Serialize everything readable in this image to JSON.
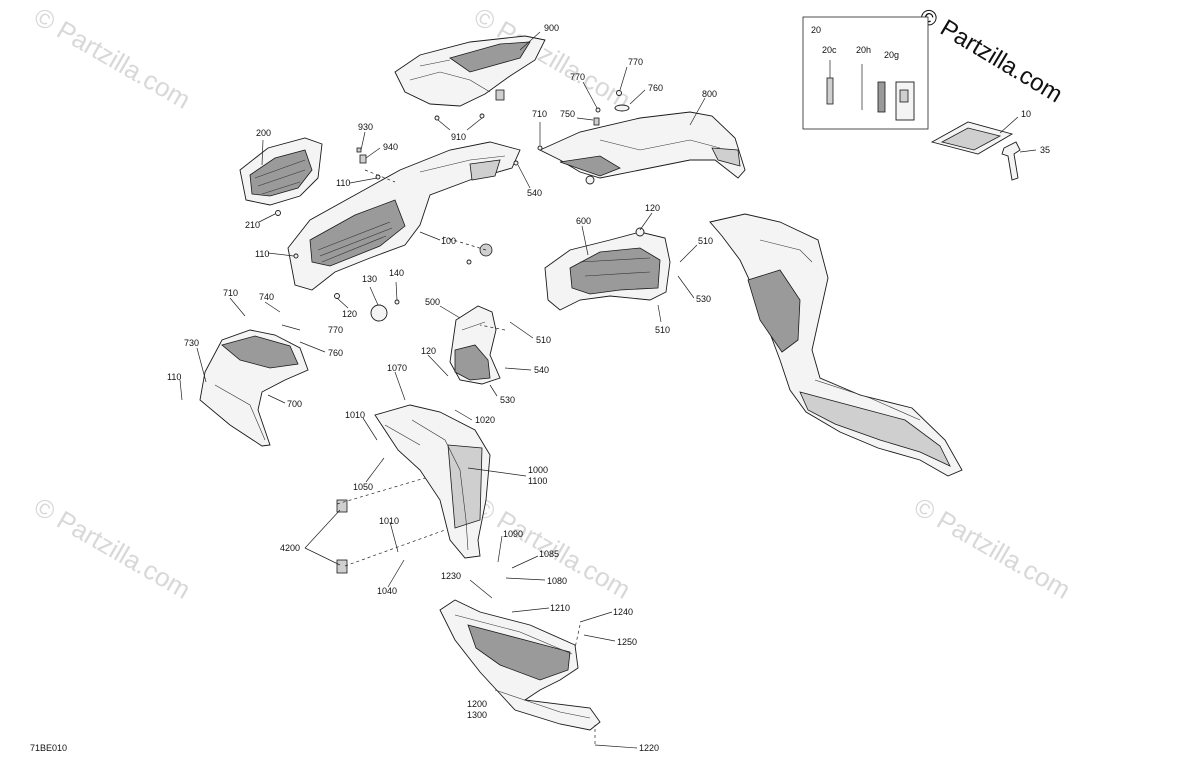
{
  "watermark_text": "© Partzilla.com",
  "brand": {
    "copyright": "©",
    "name": "Partzilla.com"
  },
  "figure_id": "71BE010",
  "inset": {
    "box_label": "20",
    "labels": [
      "20c",
      "20h",
      "20g"
    ]
  },
  "callouts": {
    "c900": "900",
    "c910": "910",
    "c770a": "770",
    "c770b": "770",
    "c760a": "760",
    "c750": "750",
    "c710a": "710",
    "c800": "800",
    "c540a": "540",
    "c200": "200",
    "c210": "210",
    "c930": "930",
    "c940": "940",
    "c110a": "110",
    "c110b": "110",
    "c100": "100",
    "c130": "130",
    "c140": "140",
    "c120a": "120",
    "c600": "600",
    "c120b": "120",
    "c510a": "510",
    "c530a": "530",
    "c510b": "510",
    "c10": "10",
    "c35": "35",
    "c710b": "710",
    "c740": "740",
    "c770c": "770",
    "c760b": "760",
    "c730": "730",
    "c110c": "110",
    "c700": "700",
    "c500": "500",
    "c510c": "510",
    "c120c": "120",
    "c540b": "540",
    "c530b": "530",
    "c1070": "1070",
    "c1010a": "1010",
    "c1020": "1020",
    "c1050": "1050",
    "c1000": "1000",
    "c1100": "1100",
    "c4200": "4200",
    "c1010b": "1010",
    "c1040": "1040",
    "c1090": "1090",
    "c1085": "1085",
    "c1080": "1080",
    "c1230": "1230",
    "c1210": "1210",
    "c1240": "1240",
    "c1250": "1250",
    "c1200": "1200",
    "c1300": "1300",
    "c1220": "1220"
  }
}
